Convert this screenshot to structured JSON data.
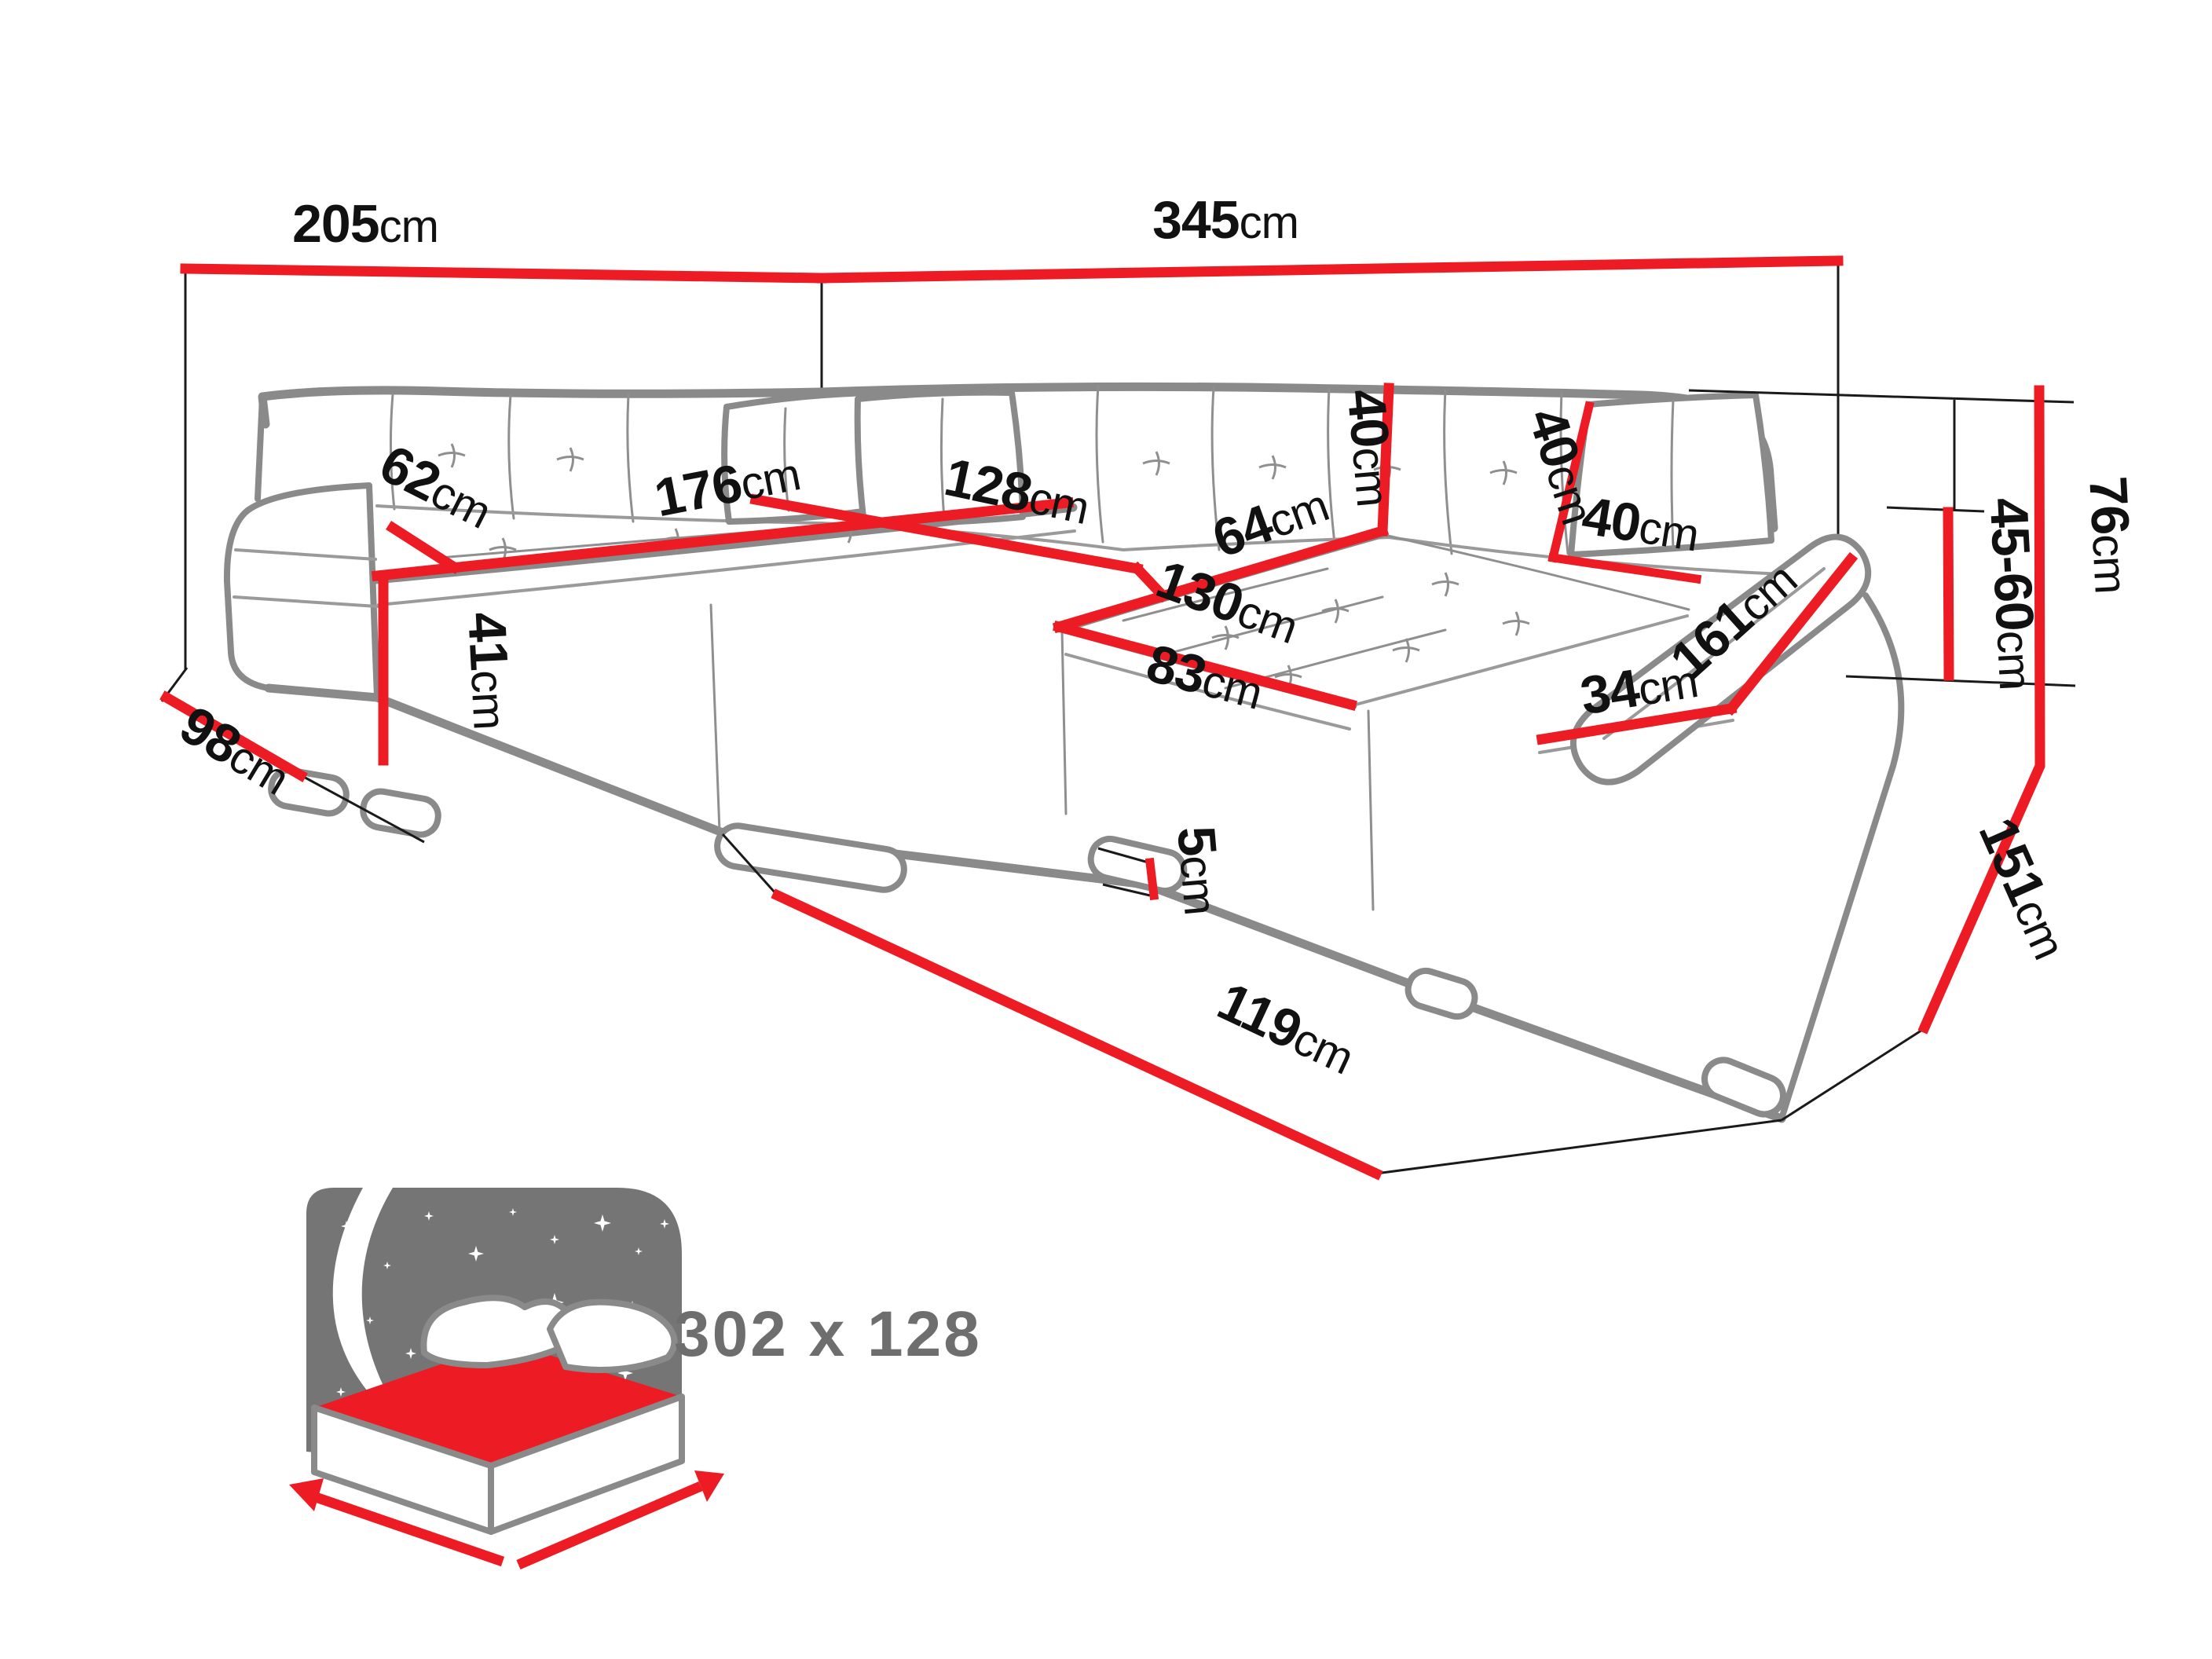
{
  "page": {
    "background": "#ffffff",
    "type": "sofa-dimensions-diagram"
  },
  "colors": {
    "dimension_line_red": "#ed1c24",
    "sofa_outline_gray": "#8a8a8a",
    "extension_line_black": "#1a1a1a",
    "label_text_black": "#111111",
    "icon_panel_gray": "#757575",
    "badge_text_gray": "#6e6e6e"
  },
  "icons": {
    "sofa_bed_icon": "bed-with-starry-night-sleeping-function"
  },
  "dimensions": {
    "left_wall_width": {
      "value": "205",
      "unit": "cm"
    },
    "right_wall_width": {
      "value": "345",
      "unit": "cm"
    },
    "left_seat_depth": {
      "value": "62",
      "unit": "cm"
    },
    "left_seat_length": {
      "value": "176",
      "unit": "cm"
    },
    "seat_height": {
      "value": "41",
      "unit": "cm"
    },
    "left_end_depth": {
      "value": "98",
      "unit": "cm"
    },
    "middle_seat_length": {
      "value": "128",
      "unit": "cm"
    },
    "right_seat_depth": {
      "value": "64",
      "unit": "cm"
    },
    "backrest_height": {
      "value": "40",
      "unit": "cm"
    },
    "chaise_length": {
      "value": "130",
      "unit": "cm"
    },
    "chaise_width": {
      "value": "83",
      "unit": "cm"
    },
    "armrest_width": {
      "value": "34",
      "unit": "cm"
    },
    "armrest_length": {
      "value": "161",
      "unit": "cm"
    },
    "pillow_height": {
      "value": "40",
      "unit": "cm"
    },
    "pillow_width": {
      "value": "40",
      "unit": "cm"
    },
    "armrest_height_range": {
      "value": "45-60",
      "unit": "cm"
    },
    "total_height": {
      "value": "76",
      "unit": "cm"
    },
    "base_clearance": {
      "value": "5",
      "unit": "cm"
    },
    "front_section_width": {
      "value": "119",
      "unit": "cm"
    },
    "right_side_depth": {
      "value": "151",
      "unit": "cm"
    }
  },
  "sleeping_area": {
    "label": "302 x 128"
  }
}
